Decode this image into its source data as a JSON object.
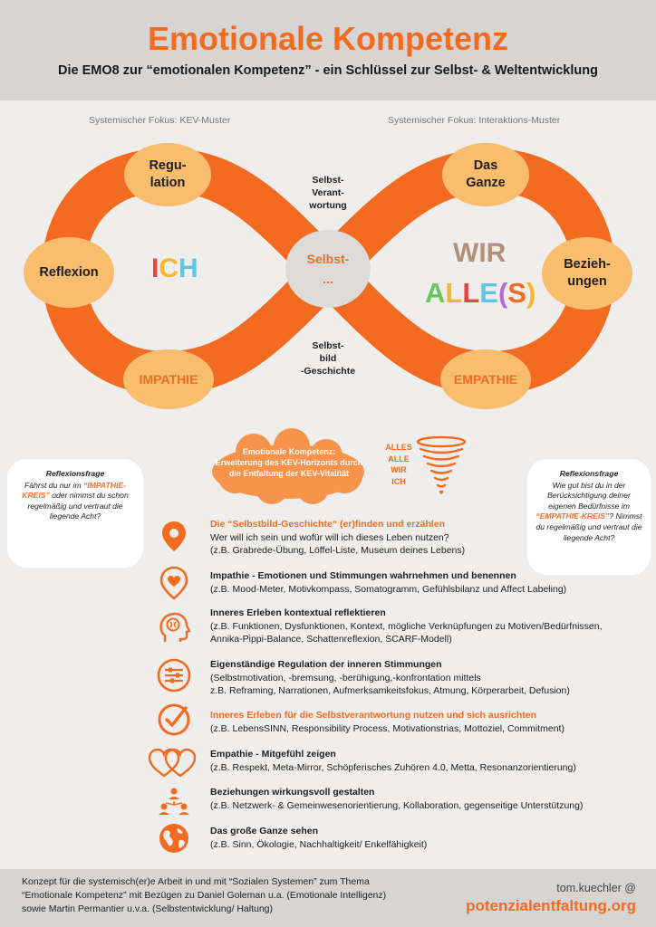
{
  "header": {
    "title": "Emotionale Kompetenz",
    "subtitle": "Die EMO8 zur “emotionalen Kompetenz” - ein Schlüssel zur Selbst- & Weltentwicklung"
  },
  "focus": {
    "left": "Systemischer Fokus: KEV-Muster",
    "right": "Systemischer Fokus: Interaktions-Muster"
  },
  "nodes": {
    "regulation": [
      "Regu-",
      "lation"
    ],
    "reflexion": "Reflexion",
    "impathie": "IMPATHIE",
    "das_ganze": [
      "Das",
      "Ganze"
    ],
    "beziehungen": [
      "Bezieh-",
      "ungen"
    ],
    "empathie": "EMPATHIE",
    "center": [
      "Selbst-",
      "..."
    ]
  },
  "bridges": {
    "top": [
      "Selbst-",
      "Verant-",
      "wortung"
    ],
    "bottom": [
      "Selbst-",
      "bild",
      "-Geschichte"
    ]
  },
  "big_words": {
    "ich": [
      "I",
      "C",
      "H"
    ],
    "wir": "WIR",
    "alles": [
      "A",
      "L",
      "L",
      "E",
      "(",
      "S",
      ")"
    ]
  },
  "colors": {
    "accent": "#f26b21",
    "node_fill": "#f9bd6e",
    "ich": [
      "#e8453c",
      "#f7b731",
      "#5fc6e8"
    ],
    "alles": [
      "#66c65a",
      "#f7b731",
      "#e8453c",
      "#5fc6e8",
      "#b06bd9",
      "#f26b21",
      "#f7b731"
    ]
  },
  "cloud": {
    "text": [
      "Emotionale Kompetenz:",
      "Erweiterung des KEV-Horizonts durch",
      "die Entfaltung der KEV-Vitalität"
    ]
  },
  "alles_stack": [
    "ALLES",
    "ALLE",
    "WIR",
    "ICH"
  ],
  "reflection_left": {
    "title": "Reflexionsfrage",
    "pre": "Fährst du nur im ",
    "highlight": "“IMPATHIE-KREIS”",
    "post": " oder nimmst du schon regelmäßig und vertraut  die liegende Acht?"
  },
  "reflection_right": {
    "title": "Reflexionsfrage",
    "pre": "Wie gut bist du in der Berücksichtigung deiner eigenen Bedürfnisse im ",
    "highlight": "“EMPATHIE-KREIS”",
    "post": "? Nimmst du regelmäßig und vertraut die liegende Acht?"
  },
  "items": [
    {
      "icon": "location-pin-icon",
      "title": "Die “Selbstbild-Geschichte“ (er)finden und erzählen",
      "orange": true,
      "lines": [
        "Wer will ich sein und wofür will ich dieses Leben nutzen?",
        "(z.B. Grabrede-Übung, Löffel-Liste, Museum deines Lebens)"
      ]
    },
    {
      "icon": "heart-pin-icon",
      "title": "Impathie - Emotionen und Stimmungen wahrnehmen und benennen",
      "orange": false,
      "lines": [
        "(z.B. Mood-Meter, Motivkompass, Somatogramm, Gefühlsbilanz und Affect Labeling)"
      ]
    },
    {
      "icon": "brain-head-icon",
      "title": "Inneres Erleben kontextual reflektieren",
      "orange": false,
      "lines": [
        "(z.B. Funktionen, Dysfunktionen, Kontext, mögliche Verknüpfungen zu Motiven/Bedürfnissen,",
        "Annika-Pippi-Balance, Schattenreflexion, SCARF-Modell)"
      ]
    },
    {
      "icon": "sliders-icon",
      "title": "Eigenständige Regulation der inneren Stimmungen",
      "orange": false,
      "lines": [
        "(Selbstmotivation, -bremsung, -berühigung,-konfrontation mittels",
        "z.B. Reframing, Narrationen, Aufmerksamkeitsfokus, Atmung, Körperarbeit, Defusion)"
      ]
    },
    {
      "icon": "check-circle-icon",
      "title": "Inneres Erleben für die Selbstverantwortung nutzen und sich ausrichten",
      "orange": true,
      "lines": [
        "(z.B. LebensSINN, Responsibility Process, Motivationstrias, Mottoziel, Commitment)"
      ]
    },
    {
      "icon": "two-hearts-icon",
      "title": "Empathie - Mitgefühl zeigen",
      "orange": false,
      "lines": [
        "(z.B. Respekt, Meta-Mirror, Schöpferisches Zuhören 4.0, Metta, Resonanzorientierung)"
      ]
    },
    {
      "icon": "network-people-icon",
      "title": "Beziehungen wirkungsvoll gestalten",
      "orange": false,
      "lines": [
        "(z.B. Netzwerk- & Gemeinwesenorientierung, Kollaboration, gegenseitige Unterstützung)"
      ]
    },
    {
      "icon": "globe-icon",
      "title": "Das große Ganze sehen",
      "orange": false,
      "lines": [
        "(z.B. Sinn, Ökologie, Nachhaltigkeit/ Enkelfähigkeit)"
      ]
    }
  ],
  "footer": {
    "lines": [
      "Konzept für die systemisch(er)e Arbeit in und mit “Sozialen Systemen” zum Thema",
      "“Emotionale Kompetenz” mit Bezügen zu Daniel Goleman u.a. (Emotionale Intelligenz)",
      "sowie Martin Permantier u.v.a. (Selbstentwicklung/ Haltung)"
    ],
    "author": "tom.kuechler @",
    "site": "potenzialentfaltung.org"
  }
}
